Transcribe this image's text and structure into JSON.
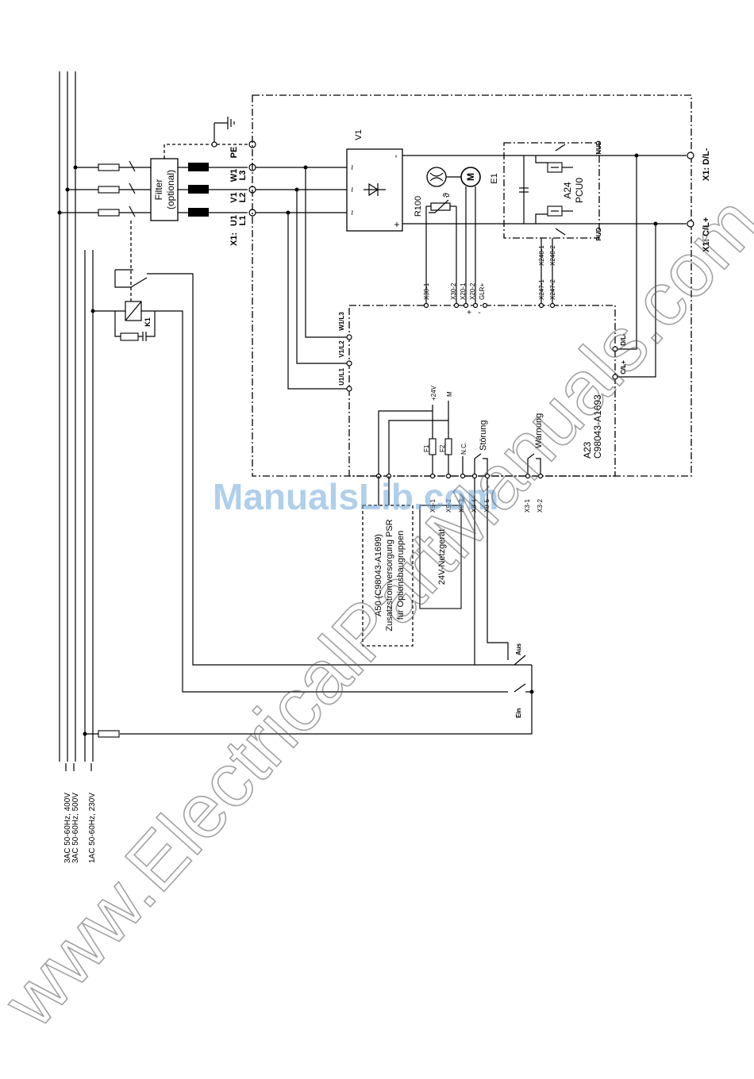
{
  "supply": {
    "line1": "3AC 50-60Hz, 400V",
    "line2": "3AC 50-60Hz, 500V",
    "line3": "1AC 50-60Hz, 230V"
  },
  "filter": {
    "name": "Filter",
    "note": "(optional)"
  },
  "x1_terminals": {
    "prefix": "X1:",
    "pe": "PE",
    "w1": "W1",
    "l3": "L3",
    "v1": "V1",
    "l2": "L2",
    "u1": "U1",
    "l1": "L1",
    "c_plus": "X1: C/L+",
    "d_minus": "X1: D/L-"
  },
  "power_unit": {
    "rectifier": "V1",
    "fan": "E1",
    "fan_symbol": "M",
    "thermistor": "R100",
    "theta": "ϑ",
    "pcu_id": "A24",
    "pcu_name": "PCU0",
    "nud": "NUD",
    "pud": "PUD",
    "ac": "~",
    "dc_minus": "-",
    "dc_plus": "+"
  },
  "main_board": {
    "id": "A23",
    "part": "C98043-A1693",
    "inputs": [
      "W1/L3",
      "V1/L2",
      "U1/L1"
    ],
    "dc": [
      "D/L-",
      "C/L+"
    ],
    "top_terminals": [
      "X30-1",
      "X30-2",
      "X20-1",
      "X20-2",
      "GLR+",
      "X247-1",
      "X247-2",
      "X248-1",
      "X248-2"
    ],
    "polarity_plus": "+",
    "polarity_minus": "-",
    "v24": "+24V",
    "m": "M",
    "fuse1": "F1",
    "fuse2": "F2",
    "nc": "N.C.",
    "fault": "Störung",
    "warning": "Warnung",
    "bottom_terminals": [
      "X9-1",
      "X9-2",
      "X9-3",
      "X9-4",
      "X9-5",
      "X3-1",
      "X3-2"
    ]
  },
  "option_psu": {
    "line1": "A50 (C98043-A1699)",
    "line2": "Zusatzstromversorgung PSR",
    "line3": "für Optionsbaugruppen",
    "netzgeraet": "24V-Netzgerät"
  },
  "contactor": {
    "name": "K1"
  },
  "switches": {
    "on": "Ein",
    "off": "Aus"
  },
  "watermark": {
    "blue": "ManualsLib.com",
    "grey": "www.ElectricalPartManuals.com"
  }
}
